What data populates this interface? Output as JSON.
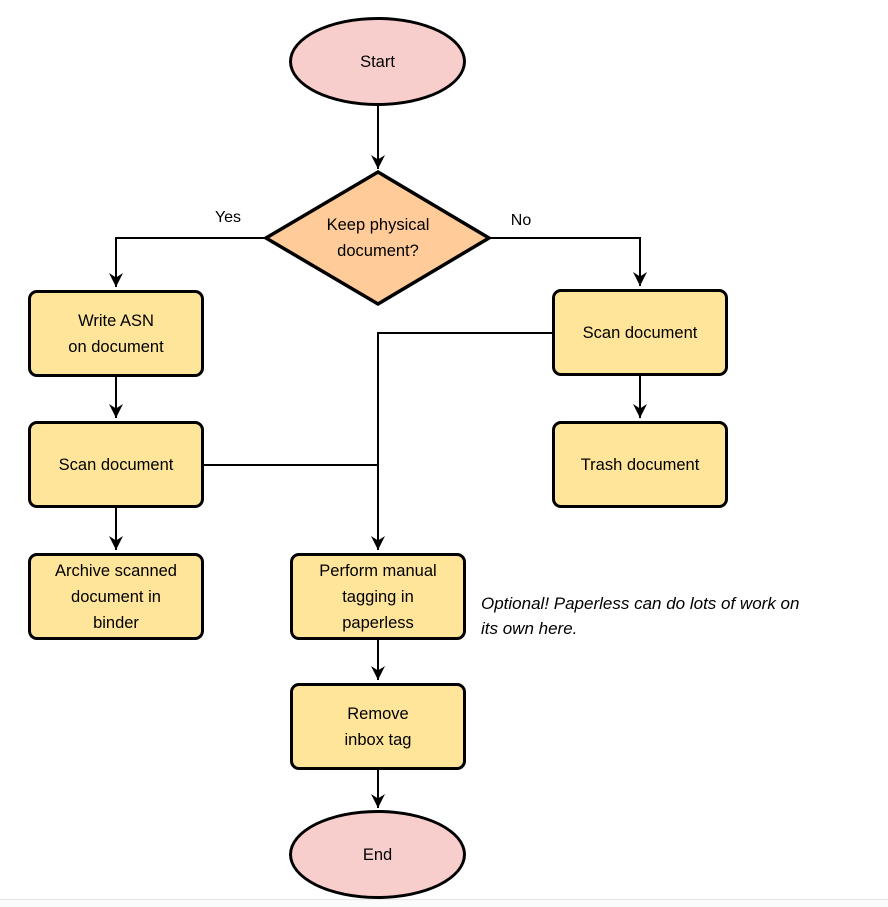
{
  "colors": {
    "terminal_fill": "#f8cecc",
    "decision_fill": "#ffcc99",
    "process_fill": "#ffe599",
    "stroke": "#000000"
  },
  "nodes": {
    "start": "Start",
    "decision": "Keep physical\ndocument?",
    "write_asn": "Write ASN\non document",
    "scan_left": "Scan document",
    "archive": "Archive scanned\ndocument in\nbinder",
    "scan_right": "Scan document",
    "trash": "Trash document",
    "tagging": "Perform manual\ntagging in\npaperless",
    "remove_inbox": "Remove\ninbox tag",
    "end": "End"
  },
  "edge_labels": {
    "yes": "Yes",
    "no": "No"
  },
  "note": "Optional! Paperless can do lots of work on\nits own here."
}
